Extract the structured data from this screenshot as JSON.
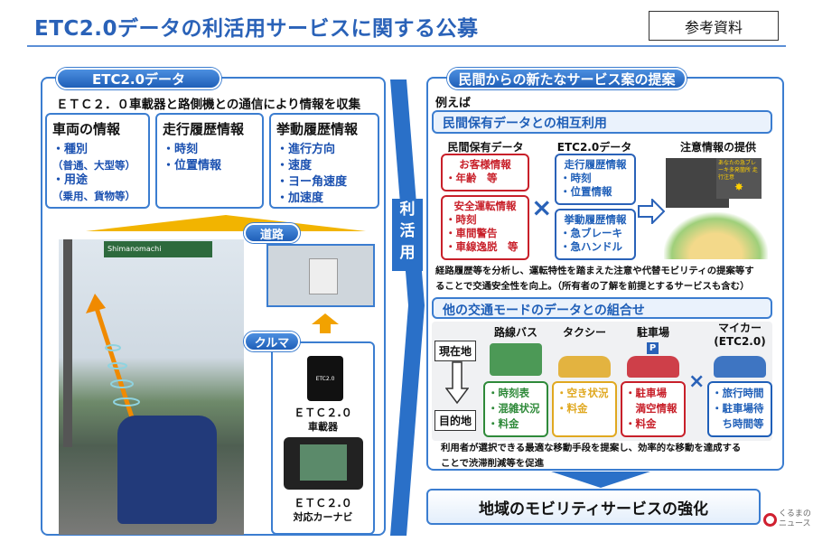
{
  "header": {
    "title": "ETC2.0データの利活用サービスに関する公募",
    "badge": "参考資料"
  },
  "left": {
    "pill": "ETC2.0データ",
    "subtitle": "ＥＴＣ２．０車載器と路側機との通信により情報を収集",
    "boxes": [
      {
        "title": "車両の情報",
        "items": [
          "・種別",
          "（普通、大型等）",
          "・用途",
          "（乗用、貨物等）"
        ]
      },
      {
        "title": "走行履歴情報",
        "items": [
          "・時刻",
          "・位置情報"
        ]
      },
      {
        "title": "挙動履歴情報",
        "items": [
          "・進行方向",
          "・速度",
          "・ヨー角速度",
          "・加速度"
        ]
      }
    ],
    "road_label": "道路",
    "car_label": "クルマ",
    "device_label": "ＥＴＣ２.０",
    "device_sub": "車載器",
    "device_brand": "ETC2.0",
    "navi_label": "ＥＴＣ２.０",
    "navi_sub": "対応カーナビ",
    "street_sign": "Shimanomachi"
  },
  "center_arrow": {
    "label": [
      "利",
      "活",
      "用"
    ]
  },
  "right": {
    "pill": "民間からの新たなサービス案の提案",
    "example": "例えば",
    "section1": {
      "title": "民間保有データとの相互利用",
      "col_private": "民間保有データ",
      "col_etc": "ETC2.0データ",
      "col_result": "注意情報の提供",
      "private_boxes": [
        {
          "title": "お客様情報",
          "items": [
            "・年齢　等"
          ]
        },
        {
          "title": "安全運転情報",
          "items": [
            "・時刻",
            "・車間警告",
            "・車線逸脱　等"
          ]
        }
      ],
      "etc_boxes": [
        {
          "title": "走行履歴情報",
          "items": [
            "・時刻",
            "・位置情報"
          ]
        },
        {
          "title": "挙動履歴情報",
          "items": [
            "・急ブレーキ",
            "・急ハンドル"
          ]
        }
      ],
      "times": "×",
      "warning_text": "あなたの急ブレーキ多発箇所 走行注意",
      "desc": [
        "経路履歴等を分析し、運転特性を踏まえた注意や代替モビリティの提案等す",
        "ることで交通安全性を向上。（所有者の了解を前提とするサービスも含む）"
      ]
    },
    "section2": {
      "title": "他の交通モードのデータとの組合せ",
      "from": "現在地",
      "to": "目的地",
      "modes": [
        {
          "name": "路線バス",
          "items": [
            "・時刻表",
            "・混雑状況",
            "・料金"
          ],
          "color": "#2f8a3a"
        },
        {
          "name": "タクシー",
          "items": [
            "・空き状況",
            "・料金"
          ],
          "color": "#e0a820"
        },
        {
          "name": "駐車場",
          "items": [
            "・駐車場",
            "　満空情報",
            "・料金"
          ],
          "color": "#c8202a"
        },
        {
          "name": "マイカー\n(ETC2.0)",
          "items": [
            "・旅行時間",
            "・駐車場待",
            "　ち時間等"
          ],
          "color": "#1f5fb8"
        }
      ],
      "parking_sign": "P",
      "times": "×",
      "desc": [
        "利用者が選択できる最適な移動手段を提案し、効率的な移動を達成する",
        "ことで渋滞削減等を促進"
      ]
    },
    "result": "地域のモビリティサービスの強化"
  },
  "watermark": {
    "line1": "くるまの",
    "line2": "ニュース"
  }
}
